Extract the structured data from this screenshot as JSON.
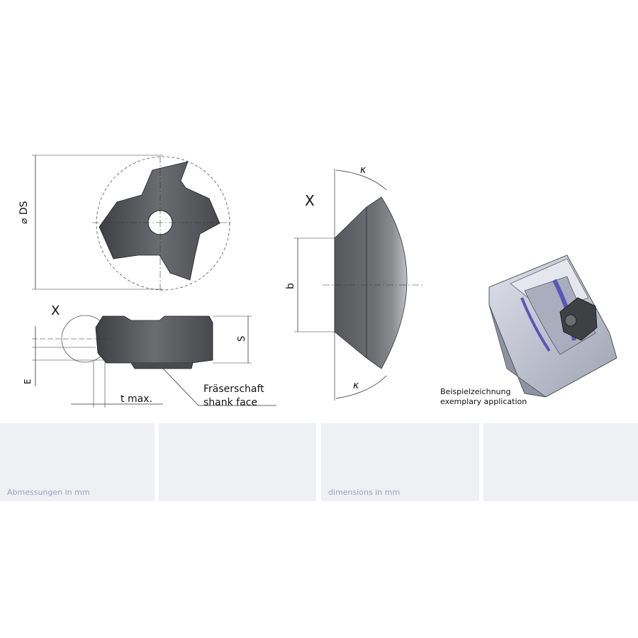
{
  "top_view": {
    "diameter_label": "⌀ DS"
  },
  "side_view": {
    "view_label": "X",
    "s_label": "S",
    "e_label": "E",
    "t_label": "t max.",
    "shank_de": "Fräserschaft",
    "shank_en": "shank face"
  },
  "section_view": {
    "view_label": "X",
    "kappa_top": "κ",
    "kappa_bottom": "κ",
    "b_label": "b"
  },
  "application": {
    "caption_de": "Beispielzeichnung",
    "caption_en": "exemplary application"
  },
  "panels": {
    "units_de": "Abmessungen in mm",
    "units_en": "dimensions in mm"
  },
  "colors": {
    "insert": "#5a5c60",
    "block": "#b8bccb",
    "accent": "#5b55b8",
    "panel": "#eff0f4",
    "panel_text": "#9aa0c4"
  }
}
